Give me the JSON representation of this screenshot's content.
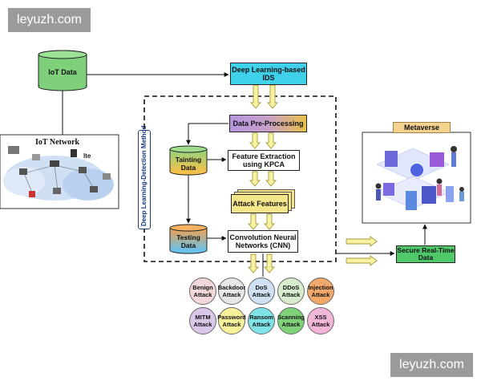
{
  "watermark": {
    "top_text": "leyuzh.com",
    "bottom_text": "leyuzh.com"
  },
  "nodes": {
    "iot_data": "IoT Data",
    "iot_network": "IoT Network",
    "dl_ids": "Deep Learning-based IDS",
    "preprocessing": "Data Pre-Processing",
    "training_data": "Tainting Data",
    "feature_extraction": "Feature Extraction using KPCA",
    "attack_features": "Attack Features",
    "testing_data": "Testing Data",
    "cnn": "Convolution Neural Networks (CNN)",
    "method_label": "Deep Learning-Detection Method",
    "metaverse": "Metaverse",
    "secure_data": "Secure Real-Time Data"
  },
  "attacks_row1": [
    "Benign Attack",
    "Backdoor Attack",
    "DoS Attack",
    "DDoS Attack",
    "Injection Attack"
  ],
  "attacks_row2": [
    "MITM Attack",
    "Password Attack",
    "Ransom Attack",
    "Scanning Attack",
    "XSS Attack"
  ],
  "colors": {
    "cyl_green": "#7ed07a",
    "ids_cyan": "#3fd0ea",
    "preproc_purple": "#a98ad8",
    "attack_yellow": "#f6e68a",
    "secure_green": "#4fc86a",
    "metaverse_orange": "#f5d38f",
    "arrow_yellow": "#f7f3a0",
    "arrow_border": "#a89a3a",
    "atk_benign": "#f2d8d8",
    "atk_backdoor": "#e7e7e7",
    "atk_dos": "#cfe1f2",
    "atk_ddos": "#d7ecce",
    "atk_injection": "#f2a86a",
    "atk_mitm": "#d8c7e8",
    "atk_password": "#f7f19a",
    "atk_ransom": "#7fe3e8",
    "atk_scanning": "#7fd27a",
    "atk_xss": "#f2b6d8"
  }
}
